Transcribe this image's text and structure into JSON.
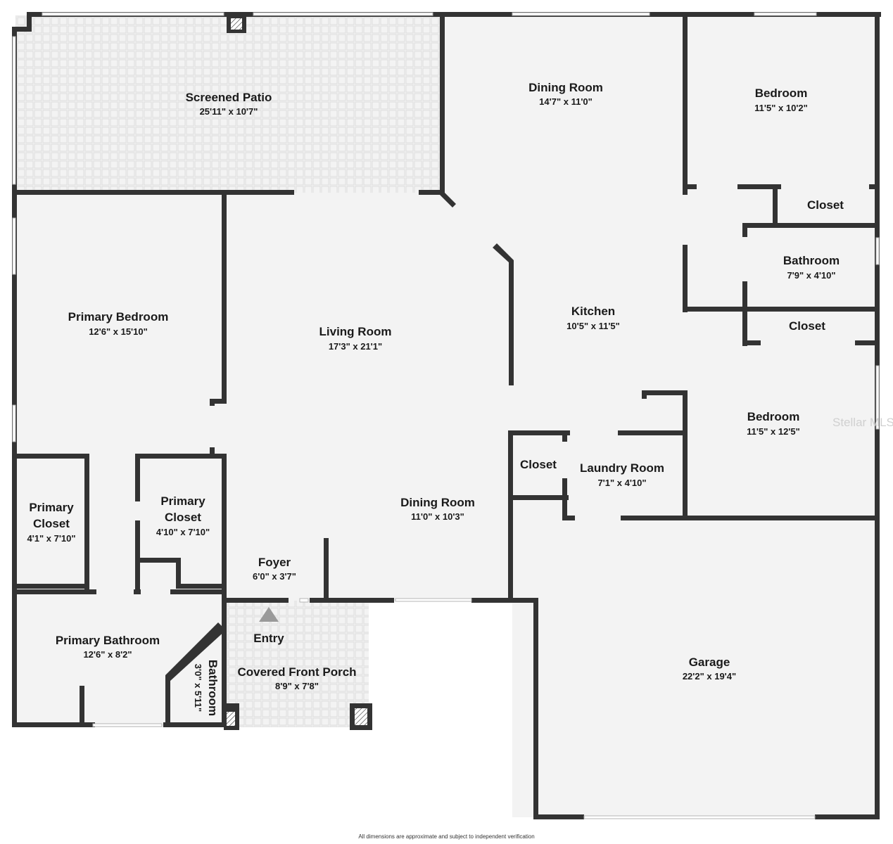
{
  "rooms": {
    "screened_patio": {
      "name": "Screened Patio",
      "dim": "25'11\" x 10'7\""
    },
    "dining_room_top": {
      "name": "Dining Room",
      "dim": "14'7\" x 11'0\""
    },
    "bedroom_top": {
      "name": "Bedroom",
      "dim": "11'5\" x 10'2\""
    },
    "closet_top": {
      "name": "Closet"
    },
    "bathroom_hall": {
      "name": "Bathroom",
      "dim": "7'9\" x 4'10\""
    },
    "closet_mid": {
      "name": "Closet"
    },
    "kitchen": {
      "name": "Kitchen",
      "dim": "10'5\" x 11'5\""
    },
    "bedroom_mid": {
      "name": "Bedroom",
      "dim": "11'5\" x 12'5\""
    },
    "primary_bedroom": {
      "name": "Primary Bedroom",
      "dim": "12'6\" x 15'10\""
    },
    "living_room": {
      "name": "Living Room",
      "dim": "17'3\" x 21'1\""
    },
    "closet_laundry": {
      "name": "Closet"
    },
    "laundry_room": {
      "name": "Laundry Room",
      "dim": "7'1\" x 4'10\""
    },
    "dining_room_main": {
      "name": "Dining Room",
      "dim": "11'0\" x 10'3\""
    },
    "primary_closet_a": {
      "name_1": "Primary",
      "name_2": "Closet",
      "dim": "4'1\" x 7'10\""
    },
    "primary_closet_b": {
      "name_1": "Primary",
      "name_2": "Closet",
      "dim": "4'10\" x 7'10\""
    },
    "foyer": {
      "name": "Foyer",
      "dim": "6'0\" x 3'7\""
    },
    "primary_bathroom": {
      "name": "Primary Bathroom",
      "dim": "12'6\" x 8'2\""
    },
    "bathroom_small": {
      "name": "Bathroom",
      "dim": "3'0\" x 5'11\""
    },
    "entry": {
      "name": "Entry"
    },
    "covered_porch": {
      "name": "Covered Front Porch",
      "dim": "8'9\" x 7'8\""
    },
    "garage": {
      "name": "Garage",
      "dim": "22'2\" x 19'4\""
    }
  },
  "watermark": "Stellar MLS",
  "footer_note": "All dimensions are approximate and subject to independent verification",
  "colors": {
    "wall": "#333333",
    "floor": "#f3f3f3",
    "window": "#ffffff"
  }
}
